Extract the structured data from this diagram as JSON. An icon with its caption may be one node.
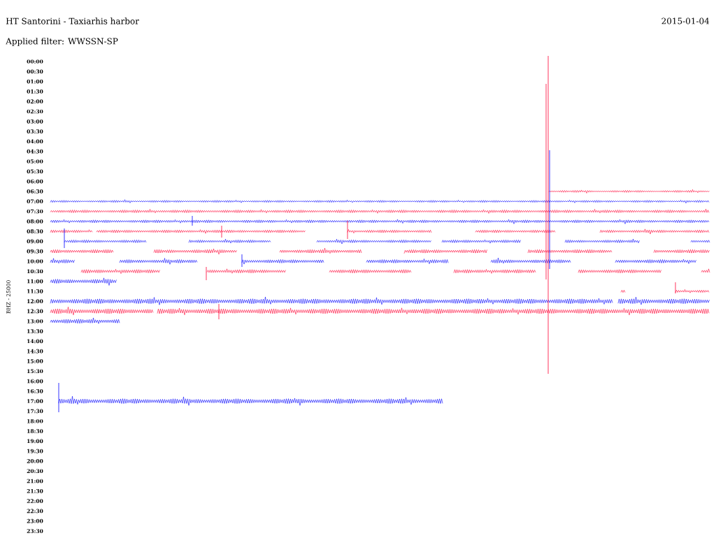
{
  "diagram": {
    "title": "HT Santorini - Taxiarhis harbor",
    "labels": [
      "2015-01-04",
      "Applied filter: WWSSN-SP",
      "00:00",
      "00:30",
      "01:00",
      "01:30",
      "02:00",
      "02:30",
      "03:00",
      "03:30",
      "04:00",
      "04:30",
      "05:00",
      "05:30",
      "06:00",
      "06:30",
      "07:00",
      "07:30",
      "08:00",
      "08:30",
      "09:00",
      "09:30",
      "10:00",
      "10:30",
      "11:00",
      "11:30",
      "12:00",
      "12:30",
      "13:00",
      "13:30",
      "14:00",
      "14:30",
      "15:00",
      "15:30",
      "16:00",
      "16:30",
      "17:00",
      "17:30",
      "18:00",
      "18:30",
      "19:00",
      "19:30",
      "20:00",
      "20:30",
      "21:00",
      "21:30",
      "22:00",
      "22:30",
      "23:00",
      "23:30",
      "BHZ - 25000"
    ]
  }
}
